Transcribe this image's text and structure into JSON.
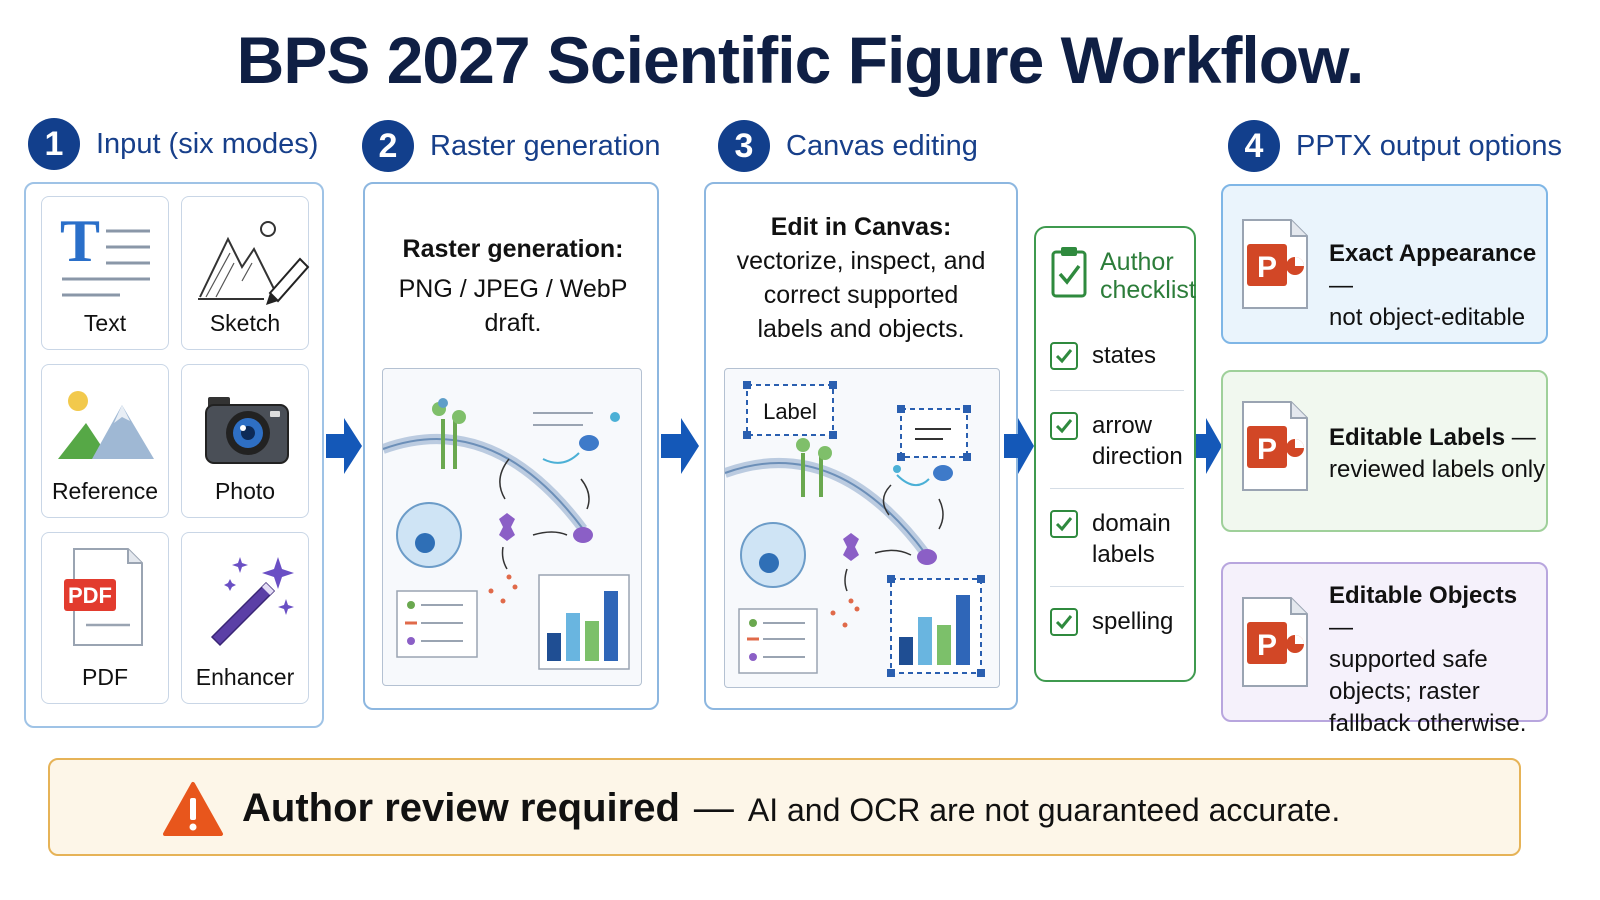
{
  "title": "BPS 2027 Scientific Figure Workflow.",
  "steps": [
    {
      "number": "1",
      "label": "Input (six modes)"
    },
    {
      "number": "2",
      "label": "Raster generation"
    },
    {
      "number": "3",
      "label": "Canvas editing"
    },
    {
      "number": "4",
      "label": "PPTX output options"
    }
  ],
  "input_modes": [
    {
      "label": "Text",
      "icon": "text-icon"
    },
    {
      "label": "Sketch",
      "icon": "sketch-icon"
    },
    {
      "label": "Reference",
      "icon": "reference-image-icon"
    },
    {
      "label": "Photo",
      "icon": "camera-icon"
    },
    {
      "label": "PDF",
      "icon": "pdf-icon",
      "badge": "PDF"
    },
    {
      "label": "Enhancer",
      "icon": "magic-wand-icon"
    }
  ],
  "raster": {
    "heading": "Raster generation:",
    "formats": "PNG / JPEG / WebP",
    "suffix": "draft."
  },
  "canvas": {
    "heading": "Edit in Canvas:",
    "line1": "vectorize, inspect, and",
    "line2": "correct supported",
    "line3": "labels and objects.",
    "label_box": "Label"
  },
  "checklist": {
    "title_line1": "Author",
    "title_line2": "checklist",
    "items": [
      {
        "line1": "states",
        "line2": ""
      },
      {
        "line1": "arrow",
        "line2": "direction"
      },
      {
        "line1": "domain",
        "line2": "labels"
      },
      {
        "line1": "spelling",
        "line2": ""
      }
    ]
  },
  "outputs": [
    {
      "title": "Exact Appearance",
      "dash": " —",
      "lines": [
        "not object-editable"
      ],
      "icon_letter": "P",
      "color": "#eaf4fc",
      "border": "#7fb6e6"
    },
    {
      "title": "Editable Labels",
      "dash": " —",
      "lines": [
        "reviewed labels only"
      ],
      "icon_letter": "P",
      "color": "#f1f8ef",
      "border": "#9fd09a"
    },
    {
      "title": "Editable Objects",
      "dash": " —",
      "lines": [
        "supported safe",
        "objects; raster",
        "fallback otherwise."
      ],
      "icon_letter": "P",
      "color": "#f5f1fb",
      "border": "#b8a6de"
    }
  ],
  "warning": {
    "bold": "Author review required",
    "dash": "—",
    "rest": "AI and OCR are not guaranteed accurate."
  },
  "colors": {
    "navy": "#123f8c",
    "arrow_blue": "#1458b8",
    "check_green": "#2f8a3e",
    "pptx_red": "#d24726",
    "warning_orange": "#e8561c"
  }
}
